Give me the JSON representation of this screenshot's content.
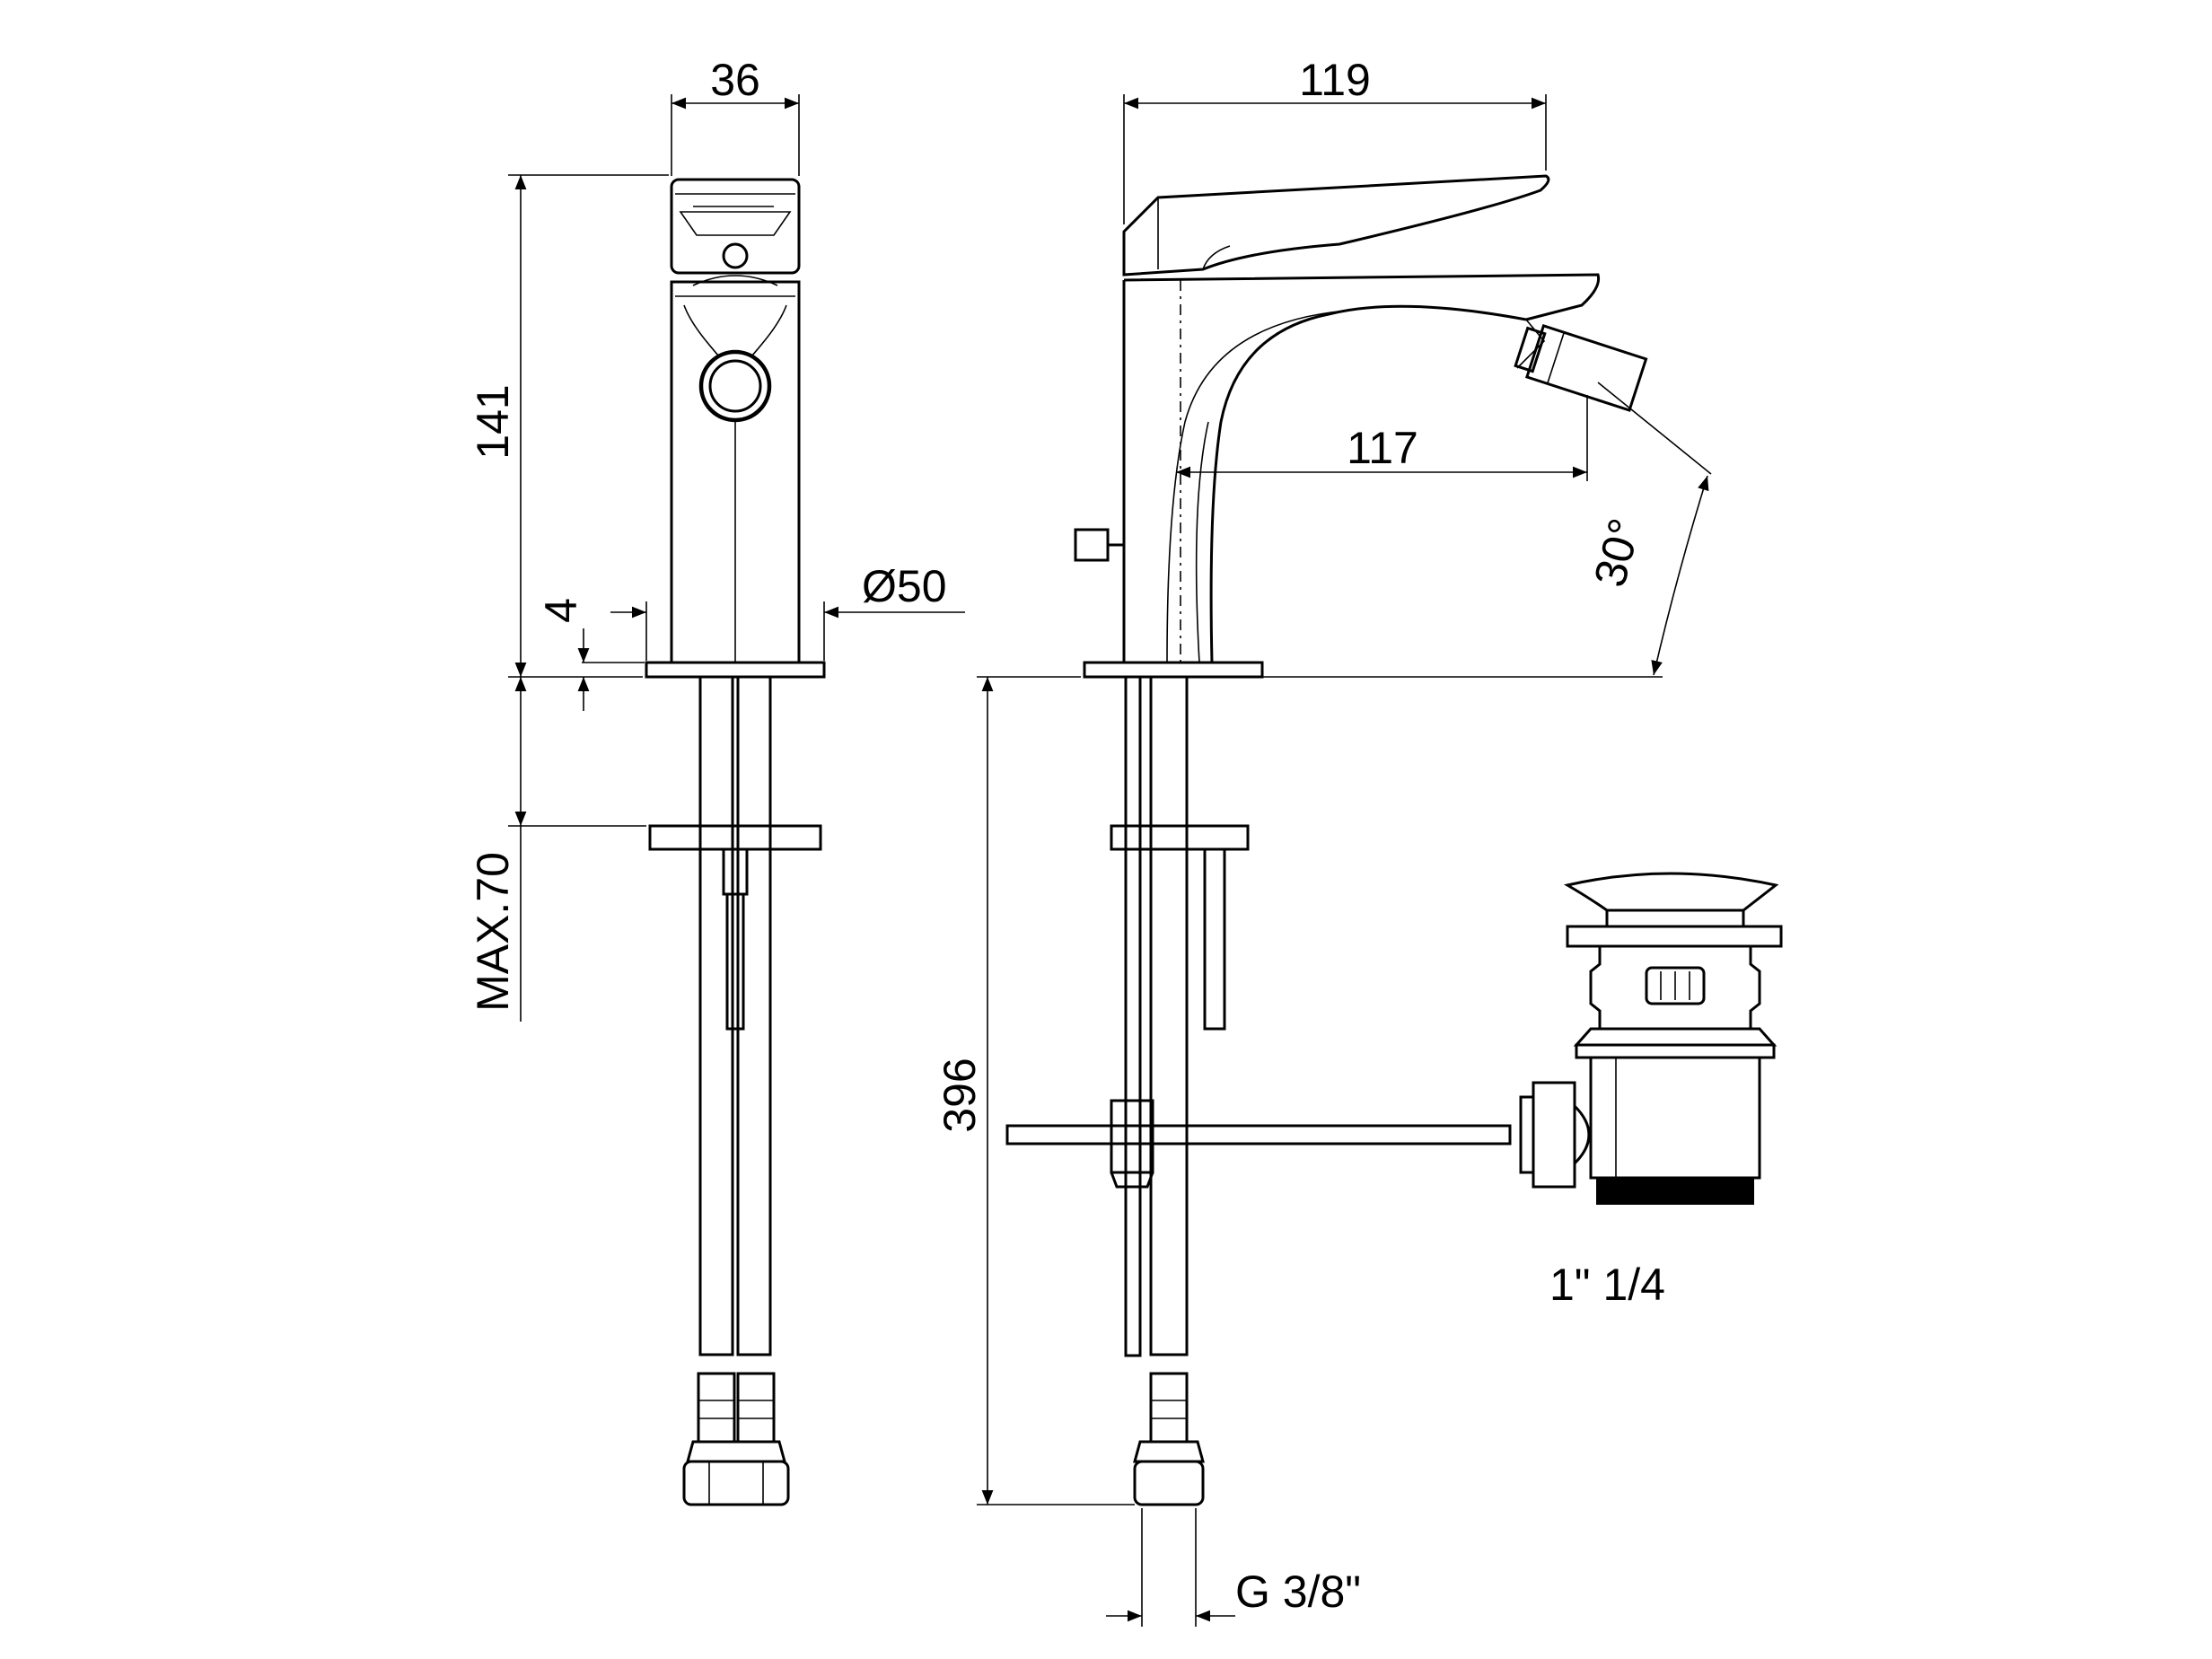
{
  "dimensions": {
    "front_width": "36",
    "front_height": "141",
    "base_gap": "4",
    "base_diameter": "Ø50",
    "max_thickness": "MAX.70",
    "side_width": "119",
    "spout_reach": "117",
    "spout_angle": "30°",
    "hose_length": "396",
    "hose_thread": "G 3/8\"",
    "waste_thread": "1\" 1/4"
  }
}
